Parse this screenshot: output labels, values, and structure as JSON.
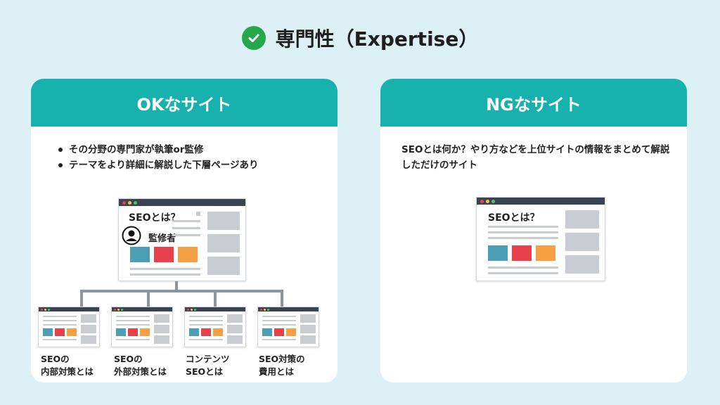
{
  "header": {
    "title": "専門性（Expertise）"
  },
  "ok_card": {
    "heading": "OKなサイト",
    "bullets": [
      "その分野の専門家が執筆or監修",
      "テーマをより詳細に解説した下層ページあり"
    ],
    "main_page": {
      "title": "SEOとは？",
      "supervisor_label": "監修者"
    },
    "sub_pages": [
      {
        "line1": "SEOの",
        "line2": "内部対策とは"
      },
      {
        "line1": "SEOの",
        "line2": "外部対策とは"
      },
      {
        "line1": "コンテンツ",
        "line2": "SEOとは"
      },
      {
        "line1": "SEO対策の",
        "line2": "費用とは"
      }
    ]
  },
  "ng_card": {
    "heading": "NGなサイト",
    "description": "SEOとは何か？やり方などを上位サイトの情報をまとめて解説しただけのサイト",
    "page": {
      "title": "SEOとは？"
    }
  },
  "colors": {
    "background": "#ddf0f6",
    "header_teal": "#17b2ae",
    "check_green": "#26a84a",
    "block_blue": "#4a9fb4",
    "block_red": "#e8414b",
    "block_orange": "#f5a043"
  }
}
